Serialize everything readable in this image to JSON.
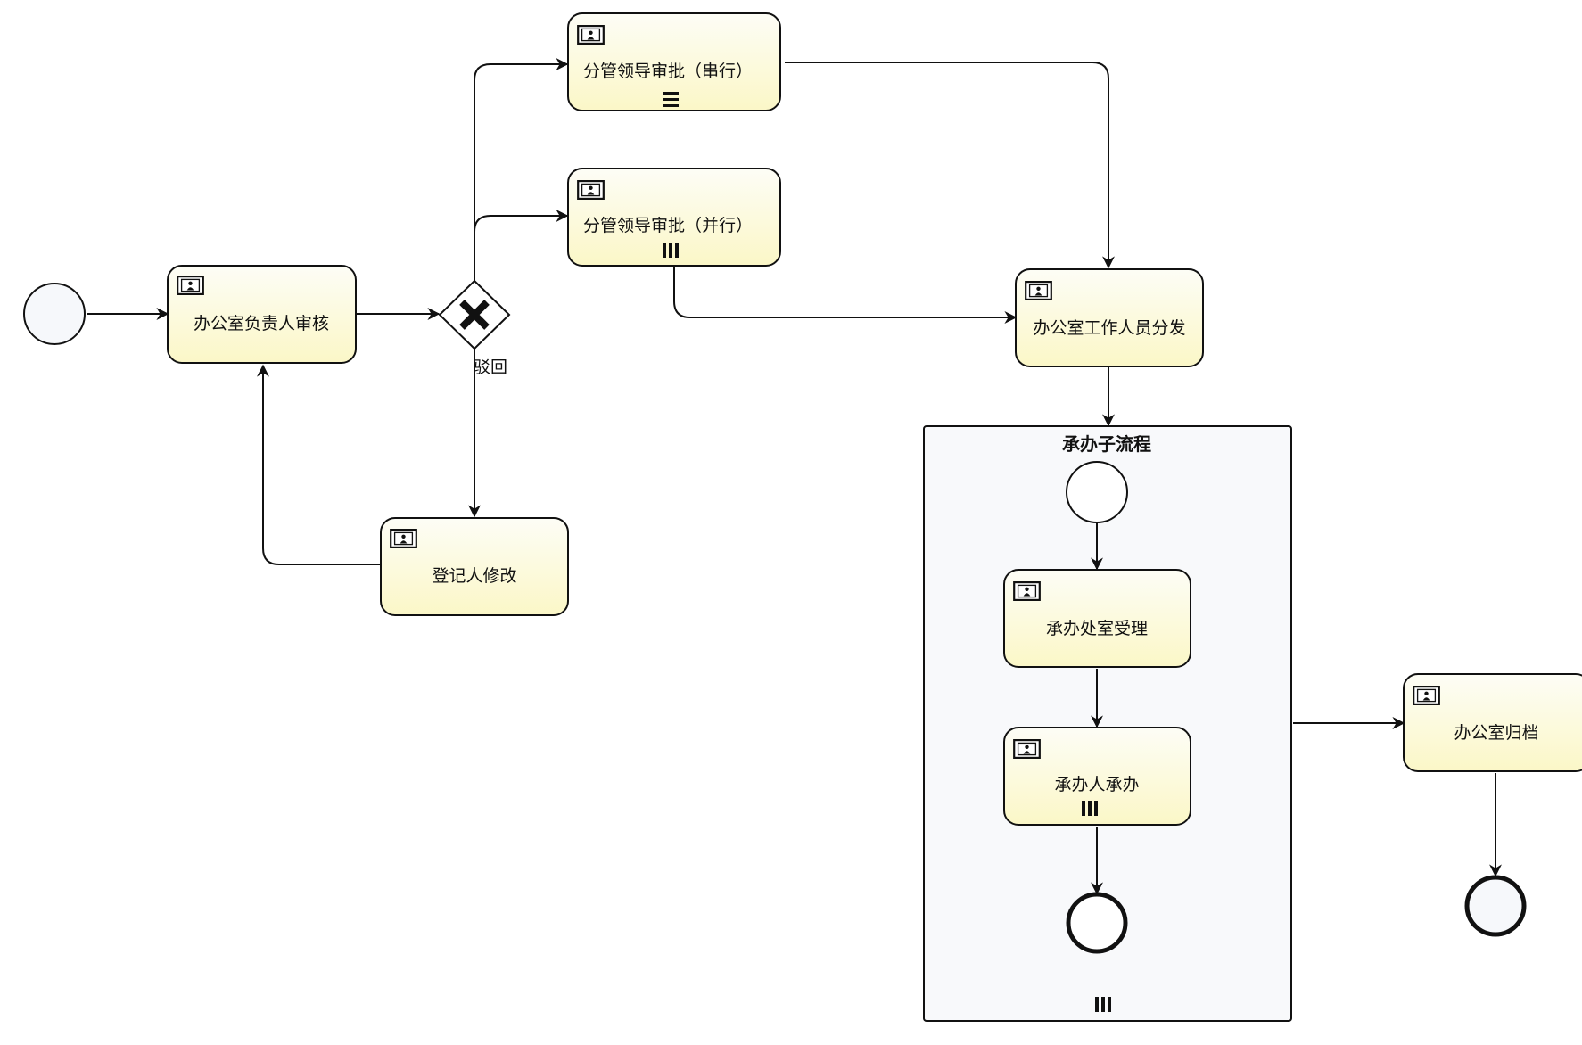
{
  "colors": {
    "task_fill_top": "#fdfdf6",
    "task_fill_bottom": "#fbf7c7",
    "stroke": "#111111",
    "event_fill": "#f6f8fb",
    "subprocess_fill": "#f8f9fb"
  },
  "start_event": {
    "type": "start-event"
  },
  "tasks": {
    "office_head_review": {
      "label": "办公室负责人审核",
      "marker": "none"
    },
    "leader_serial": {
      "label": "分管领导审批（串行）",
      "marker": "sequential-multi-instance"
    },
    "leader_parallel": {
      "label": "分管领导审批（并行）",
      "marker": "parallel-multi-instance"
    },
    "registrant_modify": {
      "label": "登记人修改",
      "marker": "none"
    },
    "office_staff_dispatch": {
      "label": "办公室工作人员分发",
      "marker": "none"
    },
    "office_archive": {
      "label": "办公室归档",
      "marker": "none"
    }
  },
  "gateway": {
    "type": "exclusive-gateway",
    "icon": "x-icon"
  },
  "flows": {
    "reject_label": "驳回"
  },
  "subprocess": {
    "title": "承办子流程",
    "marker": "parallel-multi-instance",
    "tasks": {
      "dept_accept": {
        "label": "承办处室受理",
        "marker": "none"
      },
      "handler_process": {
        "label": "承办人承办",
        "marker": "parallel-multi-instance"
      }
    }
  },
  "end_event": {
    "type": "end-event"
  }
}
